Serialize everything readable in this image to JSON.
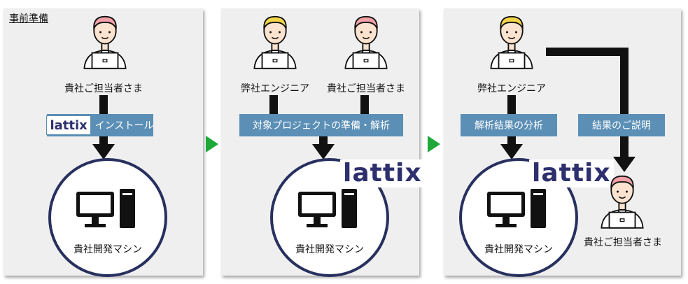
{
  "panel1": {
    "title": "事前準備",
    "client_label": "貴社ご担当者さま",
    "banner_logo": "lattix",
    "banner_text": "インストール",
    "machine_label": "貴社開発マシン"
  },
  "panel2": {
    "engineer_label": "弊社エンジニア",
    "client_label": "貴社ご担当者さま",
    "banner_text": "対象プロジェクトの準備・解析",
    "logo": "lattix",
    "machine_label": "貴社開発マシン"
  },
  "panel3": {
    "engineer_label": "弊社エンジニア",
    "banner_left": "解析結果の分析",
    "banner_right": "結果のご説明",
    "logo": "lattix",
    "machine_label": "貴社開発マシン",
    "client_label": "貴社ご担当者さま"
  },
  "colors": {
    "banner": "#5b8fb6",
    "circle": "#27305e",
    "arrow": "#1fa83a",
    "client_hair": "#f2a1a8",
    "engineer_hair": "#f4d54a"
  }
}
